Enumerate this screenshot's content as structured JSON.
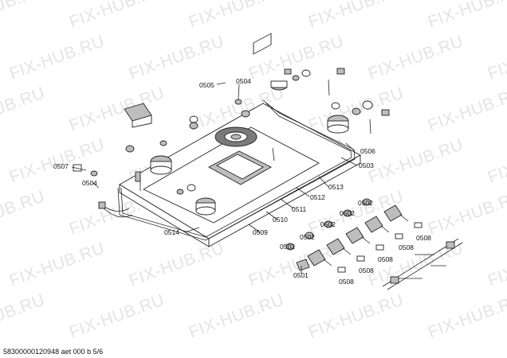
{
  "watermark": {
    "text": "FIX-HUB.RU"
  },
  "labels": {
    "p0505": "0505",
    "p0504a": "0504",
    "p0506": "0506",
    "p0503": "0503",
    "p0507": "0507",
    "p0504b": "0504",
    "p0513": "0513",
    "p0512": "0512",
    "p0511": "0511",
    "p0510": "0510",
    "p0509": "0509",
    "p0514": "0514",
    "p0502a": "0502",
    "p0502b": "0502",
    "p0502c": "0502",
    "p0502d": "0502",
    "p0502e": "0502",
    "p0508a": "0508",
    "p0508b": "0508",
    "p0508c": "0508",
    "p0508d": "0508",
    "p0508e": "0508",
    "p0501": "0501"
  },
  "footer": {
    "doc_id": "58300000120948 aet 000 b 5/6"
  }
}
